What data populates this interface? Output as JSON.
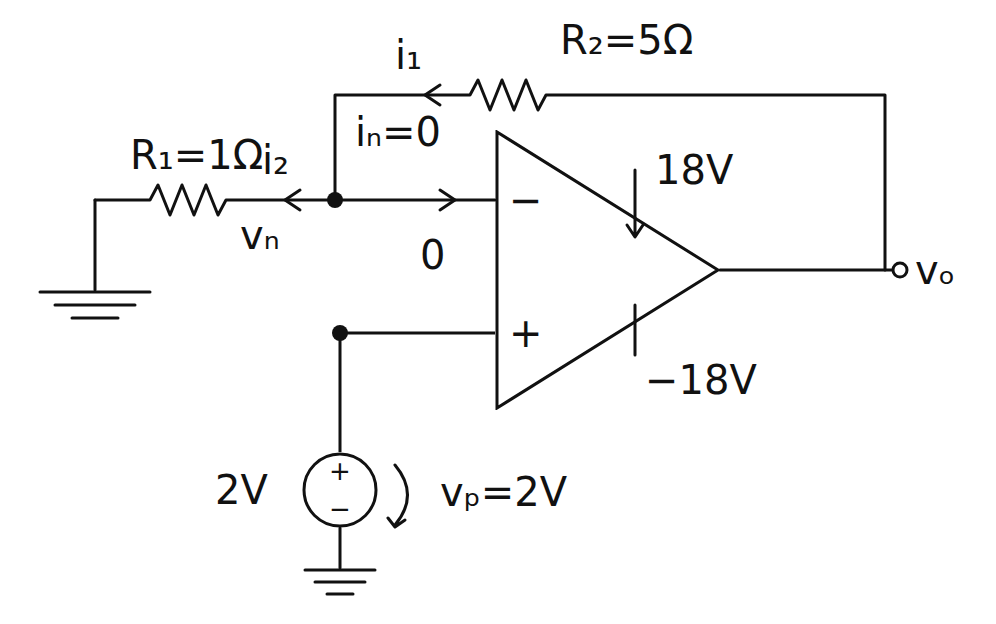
{
  "diagram": {
    "nodes": [
      {
        "text": [
          "−",
          "+"
        ]
      },
      {
        "text": [
          "+",
          "−"
        ]
      }
    ],
    "edges": [
      {
        "from": 1,
        "to": 0,
        "arrow": "none"
      }
    ],
    "labels": [
      "R₁=1Ω",
      "i₁",
      "R₂=5Ω",
      "i₂",
      "iₙ=0",
      "18V",
      "vₙ",
      "0",
      "−18V",
      "vₒ",
      "2V",
      "vₚ=2V"
    ]
  }
}
